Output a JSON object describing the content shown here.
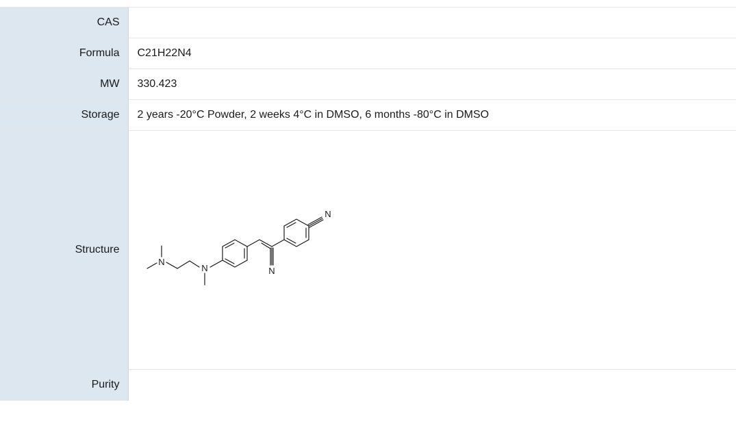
{
  "rows": [
    {
      "label": "CAS",
      "value": ""
    },
    {
      "label": "Formula",
      "value": "C21H22N4"
    },
    {
      "label": "MW",
      "value": "330.423"
    },
    {
      "label": "Storage",
      "value": "2 years -20°C Powder, 2 weeks 4°C in DMSO, 6 months -80°C in DMSO"
    },
    {
      "label": "Structure",
      "value": ""
    },
    {
      "label": "Purity",
      "value": ""
    }
  ],
  "structure": {
    "atom_labels": {
      "n_dimethyl": "N",
      "n_methyl": "N",
      "n_nitrile_bottom": "N",
      "n_nitrile_top": "N"
    }
  },
  "colors": {
    "label_background": "#dde7f0",
    "row_border": "#e6e6e6",
    "text": "#1a1a1a"
  }
}
